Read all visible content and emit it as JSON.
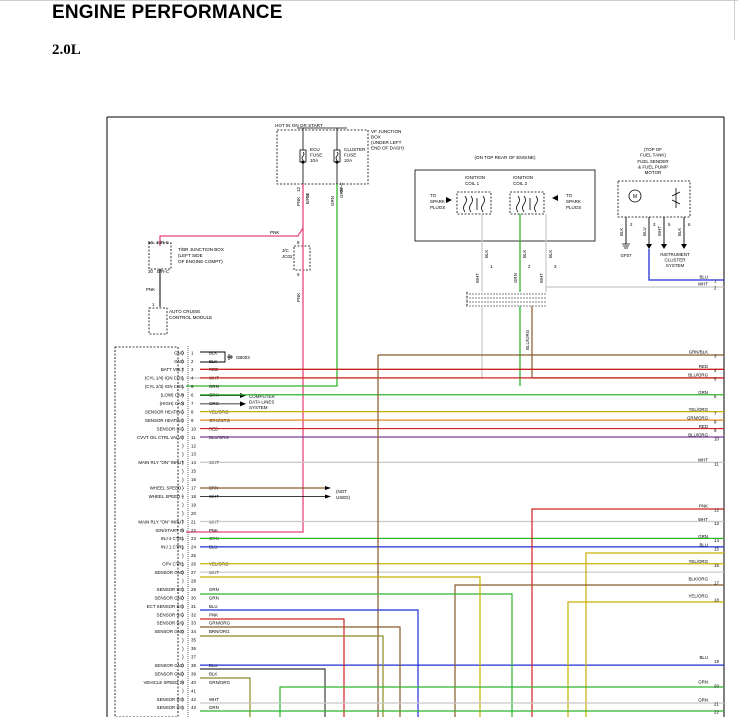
{
  "header": {
    "title": "ENGINE PERFORMANCE",
    "subtitle": "2.0L"
  },
  "hot_in_on_or_start": "HOT IN ON OR START",
  "vf_junction_box": [
    "VF JUNCTION",
    "BOX",
    "(UNDER LEFT",
    "END OF DASH)"
  ],
  "fuses": [
    {
      "name": [
        "ECU",
        "FUSE",
        "10A"
      ]
    },
    {
      "name": [
        "CLUSTER",
        "FUSE",
        "10A"
      ]
    }
  ],
  "ignition_coil": {
    "location": "(ON TOP REAR OF ENGINE)",
    "name": "IGNITION COIL",
    "coil1": [
      "IGNITION",
      "COIL 1"
    ],
    "coil2": [
      "IGNITION",
      "COIL 2"
    ],
    "to_plugs_left": [
      "TO",
      "SPARK",
      "PLUGS"
    ],
    "to_plugs_right": [
      "TO",
      "SPARK",
      "PLUGS"
    ],
    "wires": [
      "WHT",
      "BLK",
      "GRN",
      "BLK",
      "WHT",
      "BLK"
    ],
    "pins": [
      "1",
      "2",
      "3"
    ]
  },
  "fuel_sender": {
    "location": [
      "(TOP OF",
      "FUEL TANK)"
    ],
    "name": [
      "FUEL SENDER",
      "& FUEL PUMP",
      "MOTOR"
    ],
    "wires": [
      "BLK",
      "BLU",
      "WHT",
      "BLK"
    ],
    "pins": [
      "2",
      "3",
      "5",
      "6"
    ],
    "ground": "GF07",
    "cluster": [
      "INSTRUMENT",
      "CLUSTER",
      "SYSTEM"
    ]
  },
  "tjb": {
    "name": [
      "T/BR JUNCTION BOX",
      "(LEFT SIDE",
      "OF ENGINE COMPT)"
    ],
    "pin_top": "56",
    "pin_bot": "30",
    "wire_top": "E/R-C",
    "wire_bot": "E/R-C"
  },
  "joint": {
    "name": [
      "J/C",
      "JC02"
    ],
    "pin_top": "8",
    "pin_bot": "6"
  },
  "fuse_wires": [
    "PNK",
    "GRN",
    "GRN"
  ],
  "fuse_pins": [
    "12",
    "11",
    "6",
    "3"
  ],
  "pnk_wire_label": "PNK",
  "auto_cruise": {
    "name": [
      "AUTO CRUISE",
      "CONTROL MODULE"
    ],
    "wire": "PNK",
    "pin": "1"
  },
  "ground_ref": "GB003",
  "computer_data_lines": [
    "COMPUTER",
    "DATA LINES",
    "SYSTEM"
  ],
  "not_used": [
    "(NOT",
    "USED)"
  ],
  "blu_org_vertical": "BLU/ORG",
  "ecm_pins": [
    {
      "pin": "1",
      "label": "GND",
      "wire": "BLK"
    },
    {
      "pin": "2",
      "label": "GND",
      "wire": "BLK"
    },
    {
      "pin": "3",
      "label": "BATT VOLT",
      "wire": "RED"
    },
    {
      "pin": "4",
      "label": "(CYL 1/4) IGN COIL",
      "wire": "WHT"
    },
    {
      "pin": "5",
      "label": "(CYL 2/3) IGN COIL",
      "wire": "GRN"
    },
    {
      "pin": "6",
      "label": "(LOW) CAN",
      "wire": "GRN"
    },
    {
      "pin": "7",
      "label": "(HIGH) CAN",
      "wire": "GRG"
    },
    {
      "pin": "8",
      "label": "SENSOR HEATING",
      "wire": "YEL/ORG"
    },
    {
      "pin": "9",
      "label": "SENSOR HEATING",
      "wire": "GRN/ORG"
    },
    {
      "pin": "10",
      "label": "SENSOR SIG",
      "wire": "RED"
    },
    {
      "pin": "11",
      "label": "CVVT OIL CTRL VALVE",
      "wire": "BLU/ORG"
    },
    {
      "pin": "12",
      "label": "",
      "wire": ""
    },
    {
      "pin": "13",
      "label": "",
      "wire": ""
    },
    {
      "pin": "14",
      "label": "MAIN RLY \"ON\" INPUT",
      "wire": "WHT"
    },
    {
      "pin": "15",
      "label": "",
      "wire": ""
    },
    {
      "pin": "16",
      "label": "",
      "wire": ""
    },
    {
      "pin": "17",
      "label": "WHEEL SPEED -",
      "wire": "BRN"
    },
    {
      "pin": "18",
      "label": "WHEEL SPEED +",
      "wire": "WHT"
    },
    {
      "pin": "19",
      "label": "",
      "wire": ""
    },
    {
      "pin": "20",
      "label": "",
      "wire": ""
    },
    {
      "pin": "21",
      "label": "MAIN RLY \"ON\" INPUT",
      "wire": "WHT"
    },
    {
      "pin": "22",
      "label": "IGN/START IN",
      "wire": "PNK"
    },
    {
      "pin": "23",
      "label": "INJ 4 CTRL",
      "wire": "GRN"
    },
    {
      "pin": "24",
      "label": "INJ 1 CTRL",
      "wire": "BLU"
    },
    {
      "pin": "25",
      "label": "",
      "wire": ""
    },
    {
      "pin": "26",
      "label": "CPV CTRL",
      "wire": "YEL/ORG"
    },
    {
      "pin": "27",
      "label": "SENSOR GND",
      "wire": "WHT"
    },
    {
      "pin": "28",
      "label": "",
      "wire": ""
    },
    {
      "pin": "29",
      "label": "SENSOR SIG",
      "wire": "GRN"
    },
    {
      "pin": "30",
      "label": "SENSOR GND",
      "wire": "GRN"
    },
    {
      "pin": "31",
      "label": "ECT SENSOR SIG",
      "wire": "BLU"
    },
    {
      "pin": "32",
      "label": "SENSOR SIG",
      "wire": "PNK"
    },
    {
      "pin": "33",
      "label": "SENSOR SIG",
      "wire": "GRN/ORG"
    },
    {
      "pin": "34",
      "label": "SENSOR GND",
      "wire": "BRN/ORG"
    },
    {
      "pin": "35",
      "label": "",
      "wire": ""
    },
    {
      "pin": "36",
      "label": "",
      "wire": ""
    },
    {
      "pin": "37",
      "label": "",
      "wire": ""
    },
    {
      "pin": "38",
      "label": "SENSOR GND",
      "wire": "BLU"
    },
    {
      "pin": "39",
      "label": "SENSOR GND",
      "wire": "BLK"
    },
    {
      "pin": "40",
      "label": "VEHICLE SPEED IN",
      "wire": "GRN/ORG"
    },
    {
      "pin": "41",
      "label": "",
      "wire": ""
    },
    {
      "pin": "42",
      "label": "SENSOR SIG",
      "wire": "WHT"
    },
    {
      "pin": "43",
      "label": "SENSOR SIG",
      "wire": "GRN"
    }
  ],
  "right_lines": [
    {
      "num": "1",
      "wire": "BLU"
    },
    {
      "num": "2",
      "wire": "WHT"
    },
    {
      "num": "3",
      "wire": "GRN/BLK"
    },
    {
      "num": "4",
      "wire": "RED"
    },
    {
      "num": "5",
      "wire": "BLU/ORG"
    },
    {
      "num": "6",
      "wire": "GRN"
    },
    {
      "num": "7",
      "wire": "YEL/ORG"
    },
    {
      "num": "8",
      "wire": "GRN/ORG"
    },
    {
      "num": "9",
      "wire": "RED"
    },
    {
      "num": "10",
      "wire": "BLU/ORG"
    },
    {
      "num": "11",
      "wire": "WHT"
    },
    {
      "num": "12",
      "wire": "PNK"
    },
    {
      "num": "13",
      "wire": "WHT"
    },
    {
      "num": "14",
      "wire": "GRN"
    },
    {
      "num": "15",
      "wire": "BLU"
    },
    {
      "num": "16",
      "wire": "YEL/ORG"
    },
    {
      "num": "17",
      "wire": "BLK/ORG"
    },
    {
      "num": "18",
      "wire": "YEL/ORG"
    },
    {
      "num": "19",
      "wire": "BLU"
    },
    {
      "num": "20",
      "wire": "GRN"
    },
    {
      "num": "21",
      "wire": "GRN"
    },
    {
      "num": "22",
      "wire": ""
    }
  ],
  "colors": {
    "pink": "#e8457a",
    "green": "#2fb52f",
    "blue": "#1f2fd6",
    "red": "#d22020",
    "brown": "#8a5a2b",
    "yellow": "#c9b000",
    "white_wire": "#c8c8c8",
    "olive": "#8a8a20",
    "orange": "#d98a20",
    "purple": "#7a3fa0",
    "black": "#000000"
  }
}
